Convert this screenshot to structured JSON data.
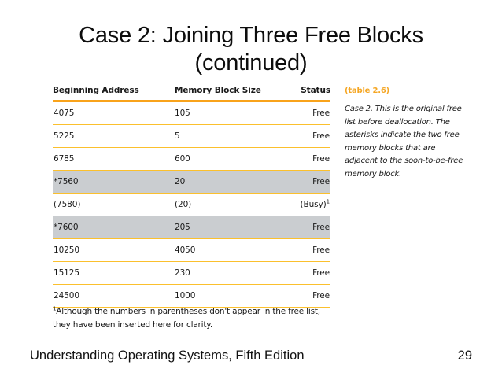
{
  "slide": {
    "title_line1": "Case 2: Joining Three Free Blocks",
    "title_line2": "(continued)"
  },
  "table": {
    "columns": [
      "Beginning Address",
      "Memory Block Size",
      "Status"
    ],
    "rows": [
      {
        "address": "4075",
        "size": "105",
        "status": "Free",
        "highlight": false,
        "footnote_marker": ""
      },
      {
        "address": "5225",
        "size": "5",
        "status": "Free",
        "highlight": false,
        "footnote_marker": ""
      },
      {
        "address": "6785",
        "size": "600",
        "status": "Free",
        "highlight": false,
        "footnote_marker": ""
      },
      {
        "address": "*7560",
        "size": "20",
        "status": "Free",
        "highlight": true,
        "footnote_marker": ""
      },
      {
        "address": "(7580)",
        "size": "(20)",
        "status": "(Busy)",
        "highlight": false,
        "footnote_marker": "1"
      },
      {
        "address": "*7600",
        "size": "205",
        "status": "Free",
        "highlight": true,
        "footnote_marker": ""
      },
      {
        "address": "10250",
        "size": "4050",
        "status": "Free",
        "highlight": false,
        "footnote_marker": ""
      },
      {
        "address": "15125",
        "size": "230",
        "status": "Free",
        "highlight": false,
        "footnote_marker": ""
      },
      {
        "address": "24500",
        "size": "1000",
        "status": "Free",
        "highlight": false,
        "footnote_marker": ""
      }
    ],
    "footnote_marker": "1",
    "footnote_text": "Although the numbers in parentheses don't appear in the free list, they have been inserted here for clarity."
  },
  "caption": {
    "label": "(table 2.6)",
    "body": "Case 2. This is the original free list before deallocation. The asterisks indicate the two free memory blocks that are adjacent to the soon-to-be-free memory block."
  },
  "footer": {
    "book_title": "Understanding Operating Systems, Fifth Edition",
    "page_number": "29"
  },
  "colors": {
    "header_rule": "#F9A31B",
    "row_rule": "#FBC02D",
    "highlight_band": "#CACDD0",
    "caption_label": "#F5A623",
    "text": "#1a1a1a"
  }
}
